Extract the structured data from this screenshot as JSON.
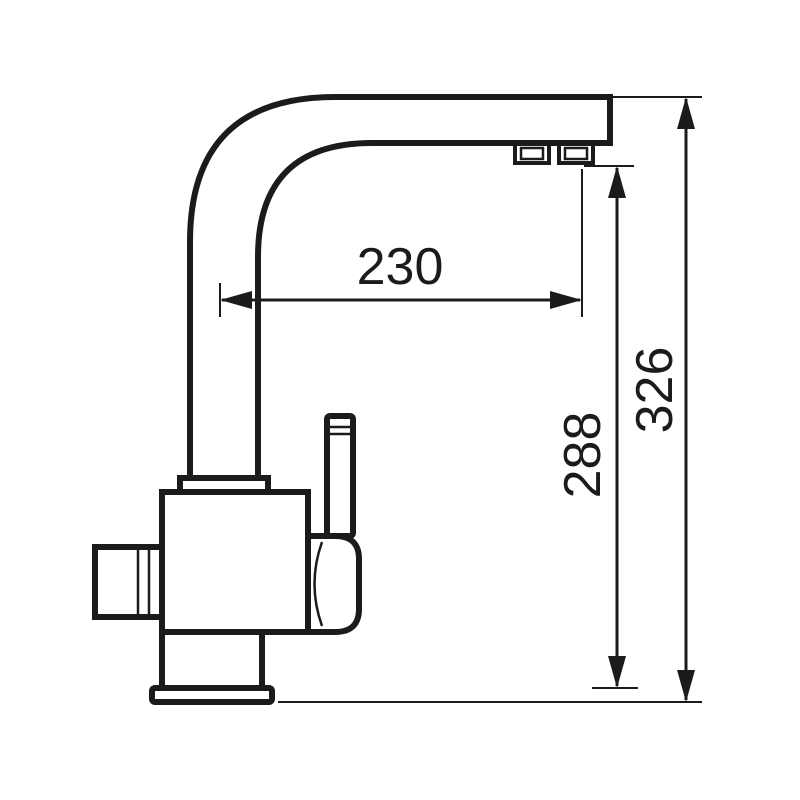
{
  "drawing": {
    "subject": "kitchen-faucet-side-view-technical-drawing",
    "labels": {
      "width_mm": "230",
      "outlet_height_mm": "288",
      "overall_height_mm": "326"
    },
    "colors": {
      "line": "#1b1b1b",
      "background": "#ffffff"
    }
  }
}
